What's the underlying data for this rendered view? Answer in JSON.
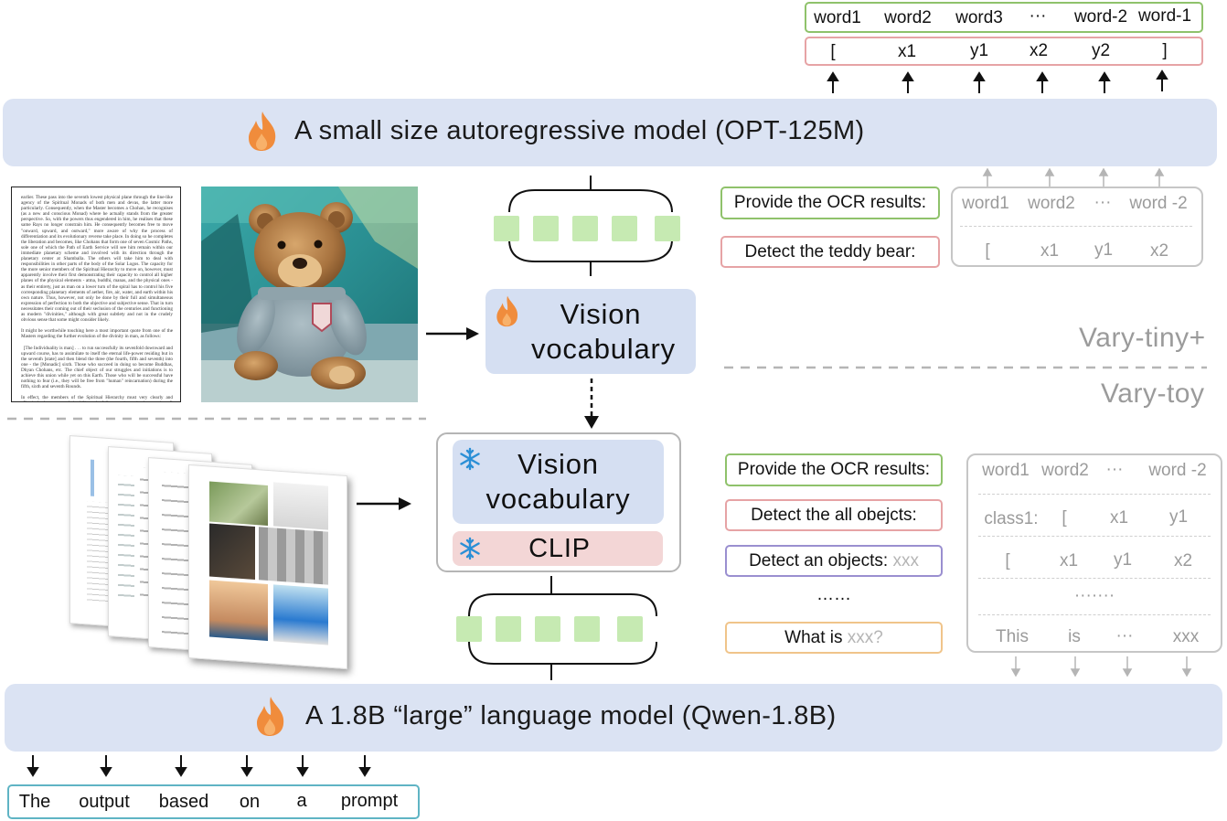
{
  "top_output": {
    "words": [
      "word1",
      "word2",
      "word3",
      "···",
      "word-2",
      "word-1"
    ],
    "coords": [
      "[",
      "x1",
      "y1",
      "x2",
      "y2",
      "]"
    ]
  },
  "opt_model": {
    "label": "A small size autoregressive model (OPT-125M)"
  },
  "qwen_model": {
    "label": "A 1.8B “large” language model (Qwen-1.8B)"
  },
  "vision_vocab_top": {
    "line1": "Vision",
    "line2": "vocabulary"
  },
  "vision_vocab_bottom": {
    "line1": "Vision",
    "line2": "vocabulary",
    "clip": "CLIP"
  },
  "tiny_prompts": [
    "Provide the OCR results:",
    "Detect the teddy bear:"
  ],
  "tiny_outputs": {
    "row1": [
      "word1",
      "word2",
      "···",
      "word -2"
    ],
    "row2": [
      "[",
      "x1",
      "y1",
      "x2"
    ]
  },
  "stage_labels": {
    "tiny": "Vary-tiny+",
    "toy": "Vary-toy"
  },
  "toy_prompts": {
    "p1": "Provide the OCR results:",
    "p2": "Detect the all obejcts:",
    "p3": "Detect an objects: ",
    "p3_hint": "xxx",
    "dots": "……",
    "p5": "What is ",
    "p5_hint": "xxx?"
  },
  "toy_outputs": {
    "row1": [
      "word1",
      "word2",
      "···",
      "word -2"
    ],
    "row2": [
      "class1:",
      "[",
      "x1",
      "y1"
    ],
    "row3": [
      "[",
      "x1",
      "y1",
      "x2"
    ],
    "row4": "·······",
    "row5": [
      "This",
      "is",
      "···",
      "xxx"
    ]
  },
  "bottom_output": [
    "The",
    "output",
    "based",
    "on",
    "a",
    "prompt"
  ],
  "colors": {
    "band": "#dbe3f3",
    "vocab": "#d5dff2",
    "clip": "#f3d6d6",
    "token": "#c6eab2",
    "green_border": "#8fc26b",
    "pink_border": "#e6a3a5",
    "purple_border": "#9a8fd0",
    "orange_border": "#f0c48a",
    "teal_border": "#5fb4c4",
    "flame": "#f08c3c"
  },
  "icons": {
    "trainable": "flame-icon",
    "frozen": "snowflake-icon"
  }
}
